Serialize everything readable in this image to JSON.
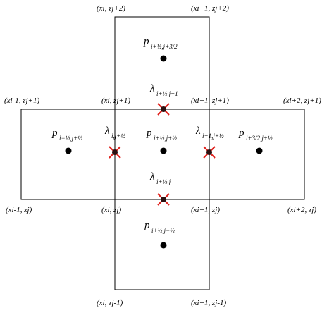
{
  "colors": {
    "lines": "#000000",
    "cross": "#e0201b",
    "dot": "#000000"
  },
  "corners": {
    "top_top_left": "(xi, zj+2)",
    "top_top_right": "(xi+1, zj+2)",
    "upper_far_left": "(xi-1, zj+1)",
    "upper_left": "(xi, zj+1)",
    "upper_right": "(xi+1, zj+1)",
    "upper_far_right": "(xi+2, zj+1)",
    "lower_far_left": "(xi-1, zj)",
    "lower_left": "(xi, zj)",
    "lower_right": "(xi+1, zj)",
    "lower_far_right": "(xi+2, zj)",
    "bottom_left": "(xi, zj-1)",
    "bottom_right": "(xi+1, zj-1)"
  },
  "pressure": {
    "symbol": "p",
    "top": "i+½,j+3/2",
    "left": "i−½,j+½",
    "center": "i+½,j+½",
    "right": "i+3/2,j+½",
    "bottom": "i+½,j−½"
  },
  "multipliers": {
    "symbol": "λ",
    "top": "i+½,j+1",
    "left": "i,j+½",
    "right": "i+1,j+½",
    "bottom": "i+½,j"
  }
}
